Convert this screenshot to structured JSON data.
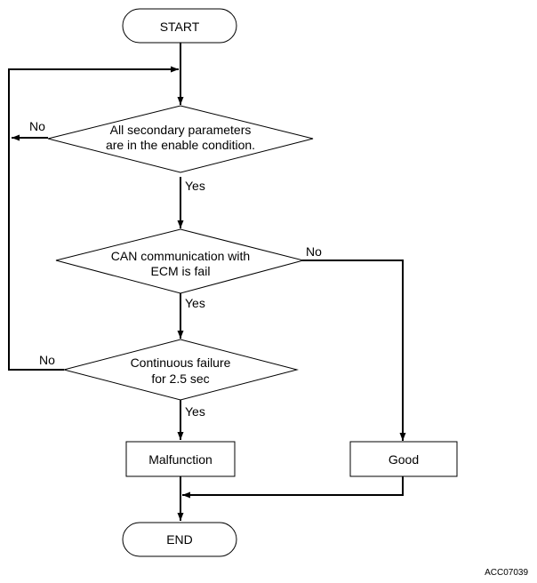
{
  "nodes": {
    "start": "START",
    "end": "END",
    "decision_1": [
      "All secondary parameters",
      "are in the enable condition."
    ],
    "decision_2": [
      "CAN communication with",
      "ECM is fail"
    ],
    "decision_3": [
      "Continuous failure",
      "for 2.5 sec"
    ],
    "malfunction": "Malfunction",
    "good": "Good"
  },
  "edge_labels": {
    "d1_no": "No",
    "d1_yes": "Yes",
    "d2_no": "No",
    "d2_yes": "Yes",
    "d3_no": "No",
    "d3_yes": "Yes"
  },
  "figure_code": "ACC07039"
}
